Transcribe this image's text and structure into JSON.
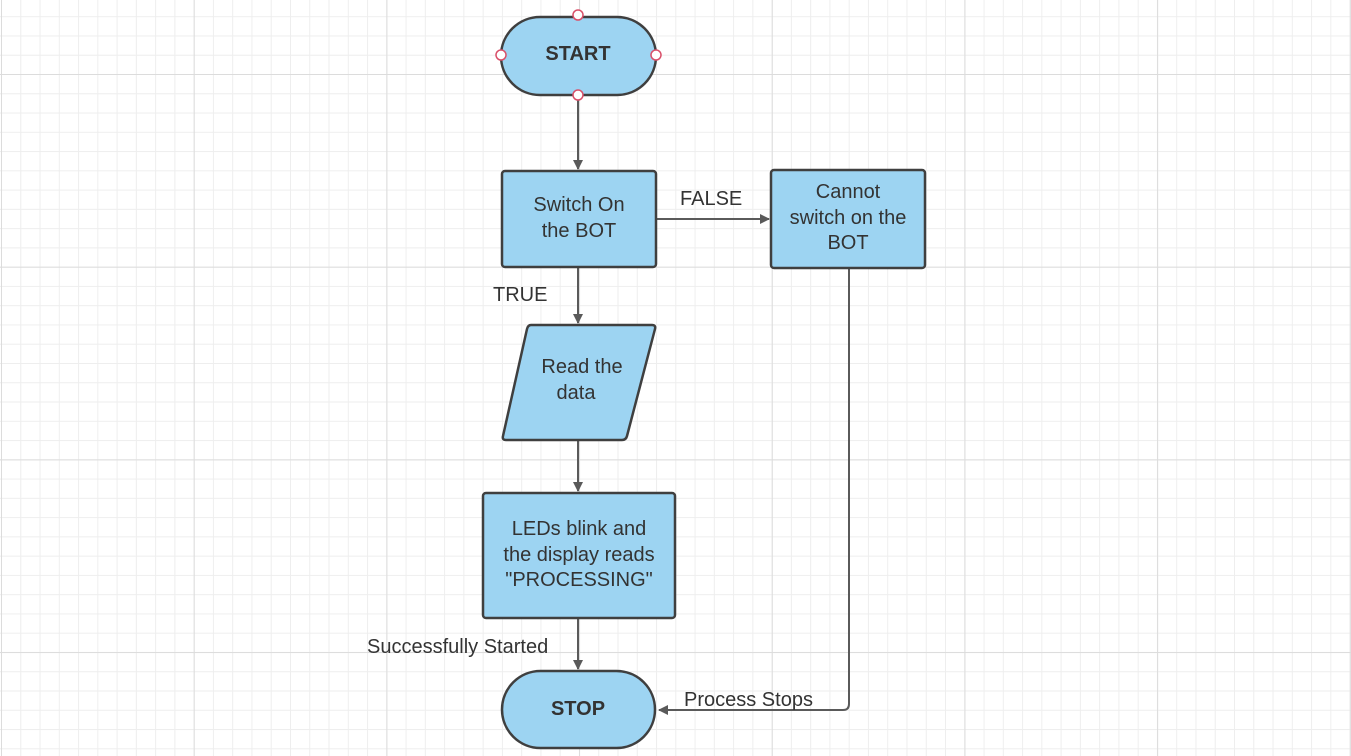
{
  "colors": {
    "node_fill": "#9dd4f2",
    "node_stroke": "#3f3f3f",
    "edge": "#5a5a5a",
    "handle_stroke": "#d9506a",
    "text": "#333333",
    "grid_major": "#dcdcdc",
    "grid_minor": "#eeeeee"
  },
  "nodes": {
    "start": {
      "label": "START",
      "shape": "terminal"
    },
    "switch_on": {
      "lines": [
        "Switch On",
        "the BOT"
      ],
      "shape": "process"
    },
    "cannot_switch": {
      "lines": [
        "Cannot",
        "switch on the",
        "BOT"
      ],
      "shape": "process"
    },
    "read_data": {
      "lines": [
        "Read the",
        "data"
      ],
      "shape": "input-output"
    },
    "leds_blink": {
      "lines": [
        "LEDs blink and",
        "the display reads",
        "\"PROCESSING\""
      ],
      "shape": "process"
    },
    "stop": {
      "label": "STOP",
      "shape": "terminal"
    }
  },
  "edges": {
    "false_label": "FALSE",
    "true_label": "TRUE",
    "success_label": "Successfully Started",
    "process_stops_label": "Process Stops"
  }
}
